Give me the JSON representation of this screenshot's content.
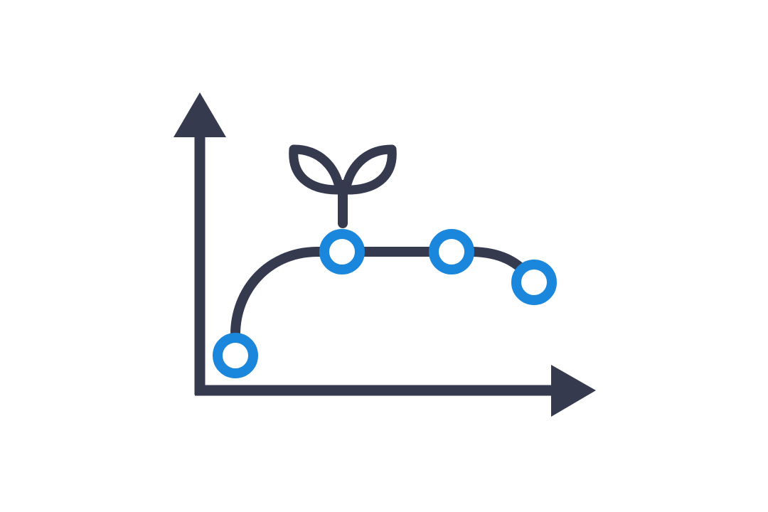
{
  "illustration": {
    "icon": "growth-curve-with-sprout-icon",
    "colors": {
      "stroke": "#363A4F",
      "accent": "#1A86DC",
      "background": "#FFFFFF"
    },
    "elements": [
      "y-axis-arrow",
      "x-axis-arrow",
      "growth-curve",
      "sprout",
      "data-point-markers"
    ]
  }
}
